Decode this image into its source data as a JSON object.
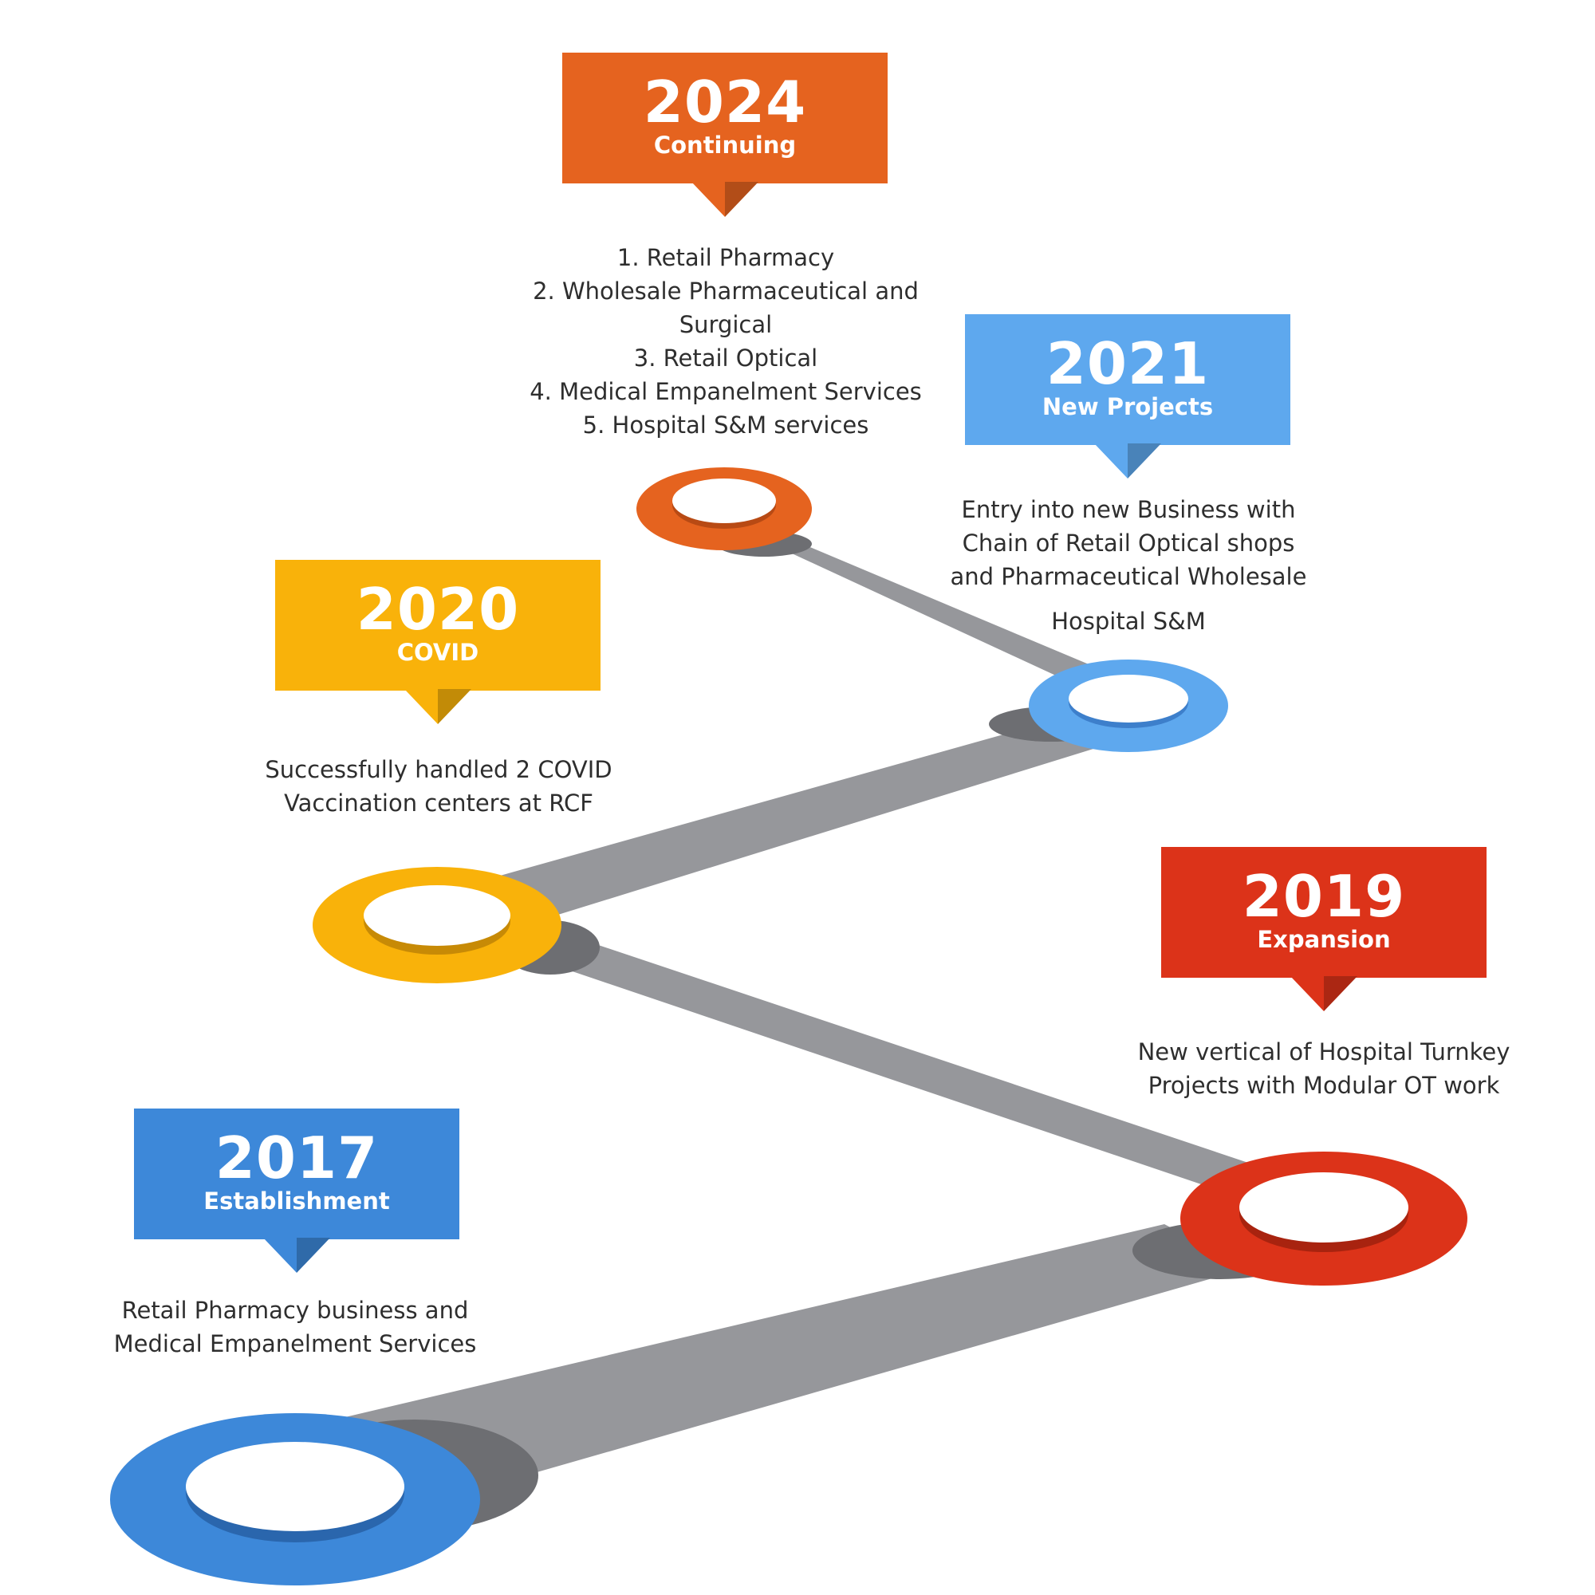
{
  "colors": {
    "orange": "#e5631f",
    "light_blue": "#5ea8ee",
    "yellow": "#f9b20a",
    "red": "#dc3319",
    "blue": "#3d88d9",
    "road": "#96979b",
    "road_shadow": "#6d6e72"
  },
  "milestones": [
    {
      "year": "2024",
      "subtitle": "Continuing",
      "items": [
        "1. Retail Pharmacy",
        "2. Wholesale Pharmaceutical and",
        "Surgical",
        "3. Retail Optical",
        "4. Medical Empanelment Services",
        "5. Hospital S&M services"
      ]
    },
    {
      "year": "2021",
      "subtitle": "New Projects",
      "lines": [
        "Entry into new Business with",
        "Chain of Retail Optical shops",
        "and Pharmaceutical Wholesale"
      ],
      "extra": "Hospital S&M"
    },
    {
      "year": "2020",
      "subtitle": "COVID",
      "lines": [
        "Successfully handled 2 COVID",
        "Vaccination centers at RCF"
      ]
    },
    {
      "year": "2019",
      "subtitle": "Expansion",
      "lines": [
        "New vertical of Hospital Turnkey",
        "Projects with Modular OT work"
      ]
    },
    {
      "year": "2017",
      "subtitle": "Establishment",
      "lines": [
        "Retail Pharmacy business and",
        "Medical Empanelment Services"
      ]
    }
  ]
}
